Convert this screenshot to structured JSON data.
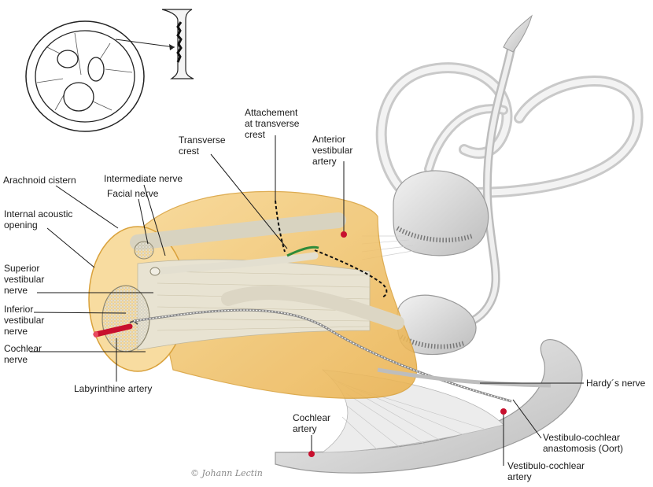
{
  "colors": {
    "sheath": "#f2c46b",
    "sheath_edge": "#d9a13b",
    "labyrinth": "#d6d6d6",
    "labyrinth_edge": "#9a9a9a",
    "artery_dot": "#c8102e",
    "crest_mark": "#2e8b3a",
    "text": "#1a1a1a"
  },
  "labels": {
    "arachnoid_cistern": "Arachnoid cistern",
    "intermediate_nerve": "Intermediate nerve",
    "facial_nerve": "Facial nerve",
    "internal_acoustic_opening": [
      "Internal acoustic",
      "opening"
    ],
    "superior_vestibular_nerve": [
      "Superior",
      "vestibular",
      "nerve"
    ],
    "inferior_vestibular_nerve": [
      "Inferior",
      "vestibular",
      "nerve"
    ],
    "cochlear_nerve": [
      "Cochlear",
      "nerve"
    ],
    "labyrinthine_artery": "Labyrinthine artery",
    "transverse_crest": [
      "Transverse",
      "crest"
    ],
    "attachement_transverse_crest": [
      "Attachement",
      "at transverse",
      "crest"
    ],
    "anterior_vestibular_artery": [
      "Anterior",
      "vestibular",
      "artery"
    ],
    "hardys_nerve": "Hardy´s nerve",
    "cochlear_artery": [
      "Cochlear",
      "artery"
    ],
    "vestibulo_cochlear_anastomosis": [
      "Vestibulo-cochlear",
      "anastomosis (Oort)"
    ],
    "vestibulo_cochlear_artery": [
      "Vestibulo-cochlear",
      "artery"
    ]
  },
  "signature": "© Johann Lectin"
}
